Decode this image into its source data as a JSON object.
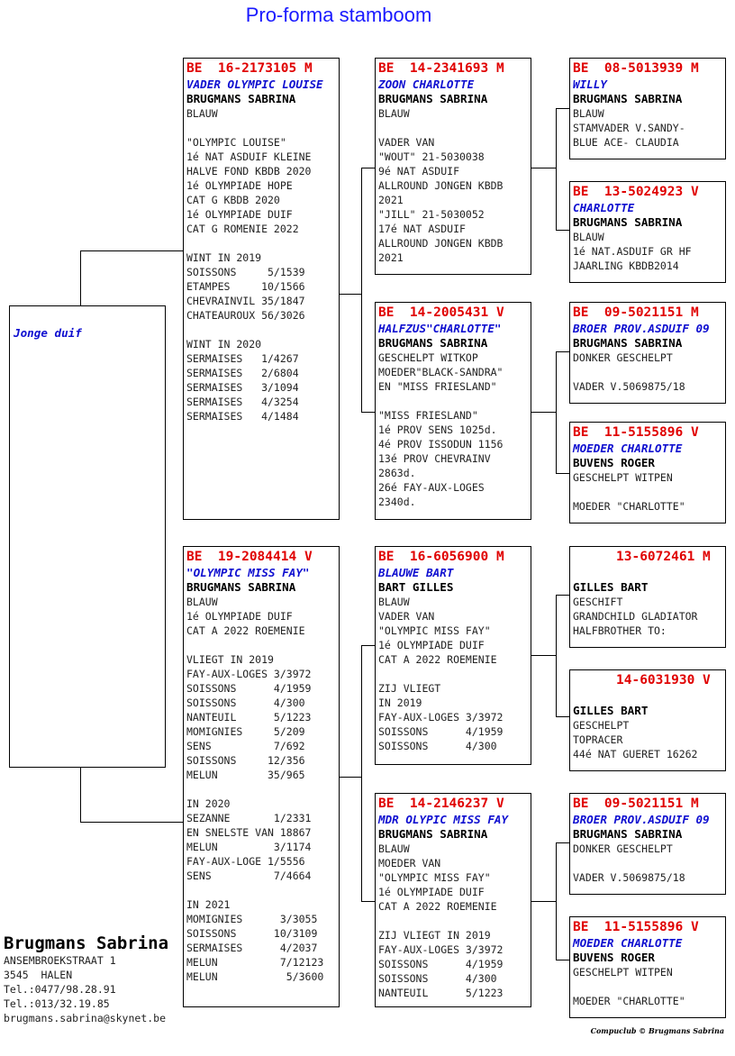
{
  "title": "Pro-forma stamboom",
  "subject": {
    "label": "Jonge duif"
  },
  "boxes": [
    {
      "id": "sire",
      "country": "BE",
      "ring": "16-2173105",
      "sex": "M",
      "name": "VADER OLYMPIC LOUISE",
      "owner": "BRUGMANS SABRINA",
      "lines": [
        "BLAUW",
        "",
        "\"OLYMPIC LOUISE\"",
        "1é NAT ASDUIF KLEINE",
        "HALVE FOND KBDB 2020",
        "1é OLYMPIADE HOPE",
        "CAT G KBDB 2020",
        "1é OLYMPIADE DUIF",
        "CAT G ROMENIE 2022",
        "",
        "WINT IN 2019",
        "SOISSONS     5/1539",
        "ETAMPES     10/1566",
        "CHEVRAINVIL 35/1847",
        "CHATEAUROUX 56/3026",
        "",
        "WINT IN 2020",
        "SERMAISES   1/4267",
        "SERMAISES   2/6804",
        "SERMAISES   3/1094",
        "SERMAISES   4/3254",
        "SERMAISES   4/1484"
      ]
    },
    {
      "id": "dam",
      "country": "BE",
      "ring": "19-2084414",
      "sex": "V",
      "name": "\"OLYMPIC MISS FAY\"",
      "owner": "BRUGMANS SABRINA",
      "lines": [
        "BLAUW",
        "1é OLYMPIADE DUIF",
        "CAT A 2022 ROEMENIE",
        "",
        "VLIEGT IN 2019",
        "FAY-AUX-LOGES 3/3972",
        "SOISSONS      4/1959",
        "SOISSONS      4/300",
        "NANTEUIL      5/1223",
        "MOMIGNIES     5/209",
        "SENS          7/692",
        "SOISSONS     12/356",
        "MELUN        35/965",
        "",
        "IN 2020",
        "SEZANNE       1/2331",
        "EN SNELSTE VAN 18867",
        "MELUN         3/1174",
        "FAY-AUX-LOGE 1/5556",
        "SENS          7/4664",
        "",
        "IN 2021",
        "MOMIGNIES      3/3055",
        "SOISSONS      10/3109",
        "SERMAISES      4/2037",
        "MELUN          7/12123",
        "MELUN           5/3600"
      ]
    },
    {
      "id": "ss",
      "country": "BE",
      "ring": "14-2341693",
      "sex": "M",
      "name": "ZOON CHARLOTTE",
      "owner": "BRUGMANS SABRINA",
      "lines": [
        "BLAUW",
        "",
        "VADER VAN",
        "\"WOUT\" 21-5030038",
        "9é NAT ASDUIF",
        "ALLROUND JONGEN KBDB",
        "2021",
        "\"JILL\" 21-5030052",
        "17é NAT ASDUIF",
        "ALLROUND JONGEN KBDB",
        "2021"
      ]
    },
    {
      "id": "sd",
      "country": "BE",
      "ring": "14-2005431",
      "sex": "V",
      "name": "HALFZUS\"CHARLOTTE\"",
      "owner": "BRUGMANS SABRINA",
      "lines": [
        "GESCHELPT WITKOP",
        "MOEDER\"BLACK-SANDRA\"",
        "EN \"MISS FRIESLAND\"",
        "",
        "\"MISS FRIESLAND\"",
        "1é PROV SENS 1025d.",
        "4é PROV ISSODUN 1156",
        "13é PROV CHEVRAINV",
        "2863d.",
        "26é FAY-AUX-LOGES",
        "2340d."
      ]
    },
    {
      "id": "ds",
      "country": "BE",
      "ring": "16-6056900",
      "sex": "M",
      "name": "BLAUWE BART",
      "owner": "BART GILLES",
      "lines": [
        "BLAUW",
        "VADER VAN",
        "\"OLYMPIC MISS FAY\"",
        "1é OLYMPIADE DUIF",
        "CAT A 2022 ROEMENIE",
        "",
        "ZIJ VLIEGT",
        "IN 2019",
        "FAY-AUX-LOGES 3/3972",
        "SOISSONS      4/1959",
        "SOISSONS      4/300"
      ]
    },
    {
      "id": "dd",
      "country": "BE",
      "ring": "14-2146237",
      "sex": "V",
      "name": "MDR OLYPIC MISS FAY",
      "owner": "BRUGMANS SABRINA",
      "lines": [
        "BLAUW",
        "MOEDER VAN",
        "\"OLYMPIC MISS FAY\"",
        "1é OLYMPIADE DUIF",
        "CAT A 2022 ROEMENIE",
        "",
        "ZIJ VLIEGT IN 2019",
        "FAY-AUX-LOGES 3/3972",
        "SOISSONS      4/1959",
        "SOISSONS      4/300",
        "NANTEUIL      5/1223"
      ]
    },
    {
      "id": "sss",
      "country": "BE",
      "ring": "08-5013939",
      "sex": "M",
      "name": "WILLY",
      "owner": "BRUGMANS SABRINA",
      "lines": [
        "BLAUW",
        "STAMVADER V.SANDY-",
        "BLUE ACE- CLAUDIA"
      ]
    },
    {
      "id": "ssd",
      "country": "BE",
      "ring": "13-5024923",
      "sex": "V",
      "name": "CHARLOTTE",
      "owner": "BRUGMANS SABRINA",
      "lines": [
        "BLAUW",
        "1é NAT.ASDUIF GR HF",
        "JAARLING KBDB2014"
      ]
    },
    {
      "id": "sds",
      "country": "BE",
      "ring": "09-5021151",
      "sex": "M",
      "name": "BROER PROV.ASDUIF 09",
      "owner": "BRUGMANS SABRINA",
      "lines": [
        "DONKER GESCHELPT",
        "",
        "VADER V.5069875/18"
      ]
    },
    {
      "id": "sdd",
      "country": "BE",
      "ring": "11-5155896",
      "sex": "V",
      "name": "MOEDER CHARLOTTE",
      "owner": "BUVENS ROGER",
      "lines": [
        "GESCHELPT WITPEN",
        "",
        "MOEDER \"CHARLOTTE\""
      ]
    },
    {
      "id": "dss",
      "country": "",
      "ring": "13-6072461",
      "sex": "M",
      "name": "",
      "owner": "GILLES BART",
      "lines": [
        "GESCHIFT",
        "GRANDCHILD GLADIATOR",
        "HALFBROTHER TO:"
      ]
    },
    {
      "id": "dsd",
      "country": "",
      "ring": "14-6031930",
      "sex": "V",
      "name": "",
      "owner": "GILLES BART",
      "lines": [
        "GESCHELPT",
        "TOPRACER",
        "44é NAT GUERET 16262"
      ]
    },
    {
      "id": "dds",
      "country": "BE",
      "ring": "09-5021151",
      "sex": "M",
      "name": "BROER PROV.ASDUIF 09",
      "owner": "BRUGMANS SABRINA",
      "lines": [
        "DONKER GESCHELPT",
        "",
        "VADER V.5069875/18"
      ]
    },
    {
      "id": "ddd",
      "country": "BE",
      "ring": "11-5155896",
      "sex": "V",
      "name": "MOEDER CHARLOTTE",
      "owner": "BUVENS ROGER",
      "lines": [
        "GESCHELPT WITPEN",
        "",
        "MOEDER \"CHARLOTTE\""
      ]
    }
  ],
  "owner": {
    "name": "Brugmans Sabrina",
    "lines": [
      "ANSEMBROEKSTRAAT 1",
      "3545  HALEN",
      "Tel.:0477/98.28.91",
      "Tel.:013/32.19.85",
      "brugmans.sabrina@skynet.be"
    ]
  },
  "footer": "Compuclub © Brugmans Sabrina"
}
